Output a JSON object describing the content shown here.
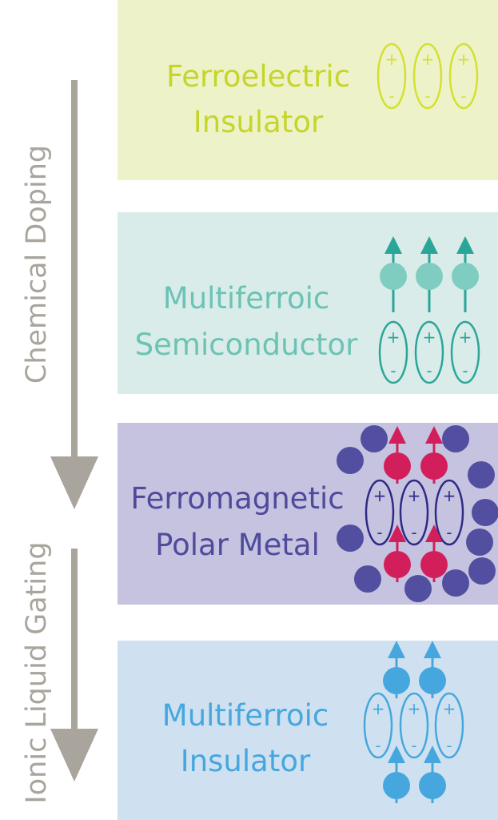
{
  "process_labels": {
    "top": "Chemical Doping",
    "bottom": "Ionic Liquid Gating"
  },
  "arrow_color": "#a9a49c",
  "panels": [
    {
      "line1": "Ferroelectric",
      "line2": "Insulator",
      "background": "#eef2c8",
      "text_color": "#c5d52a",
      "icon_color": "#d4e030"
    },
    {
      "line1": "Multiferroic",
      "line2": "Semiconductor",
      "background": "#d9ecea",
      "text_color": "#6cc3b5",
      "icon_color": "#2aa698",
      "spin_color": "#7fcdc0"
    },
    {
      "line1": "Ferromagnetic",
      "line2": "Polar Metal",
      "background": "#c5c3e0",
      "text_color": "#4f4a9c",
      "icon_color": "#2e2a86",
      "spin_color": "#d21f5b",
      "carrier_color": "#524ea0"
    },
    {
      "line1": "Multiferroic",
      "line2": "Insulator",
      "background": "#cfe1f1",
      "text_color": "#46a7de",
      "icon_color": "#46a7de",
      "spin_color": "#46a7de"
    }
  ],
  "signs": {
    "plus": "+",
    "minus": "-"
  }
}
